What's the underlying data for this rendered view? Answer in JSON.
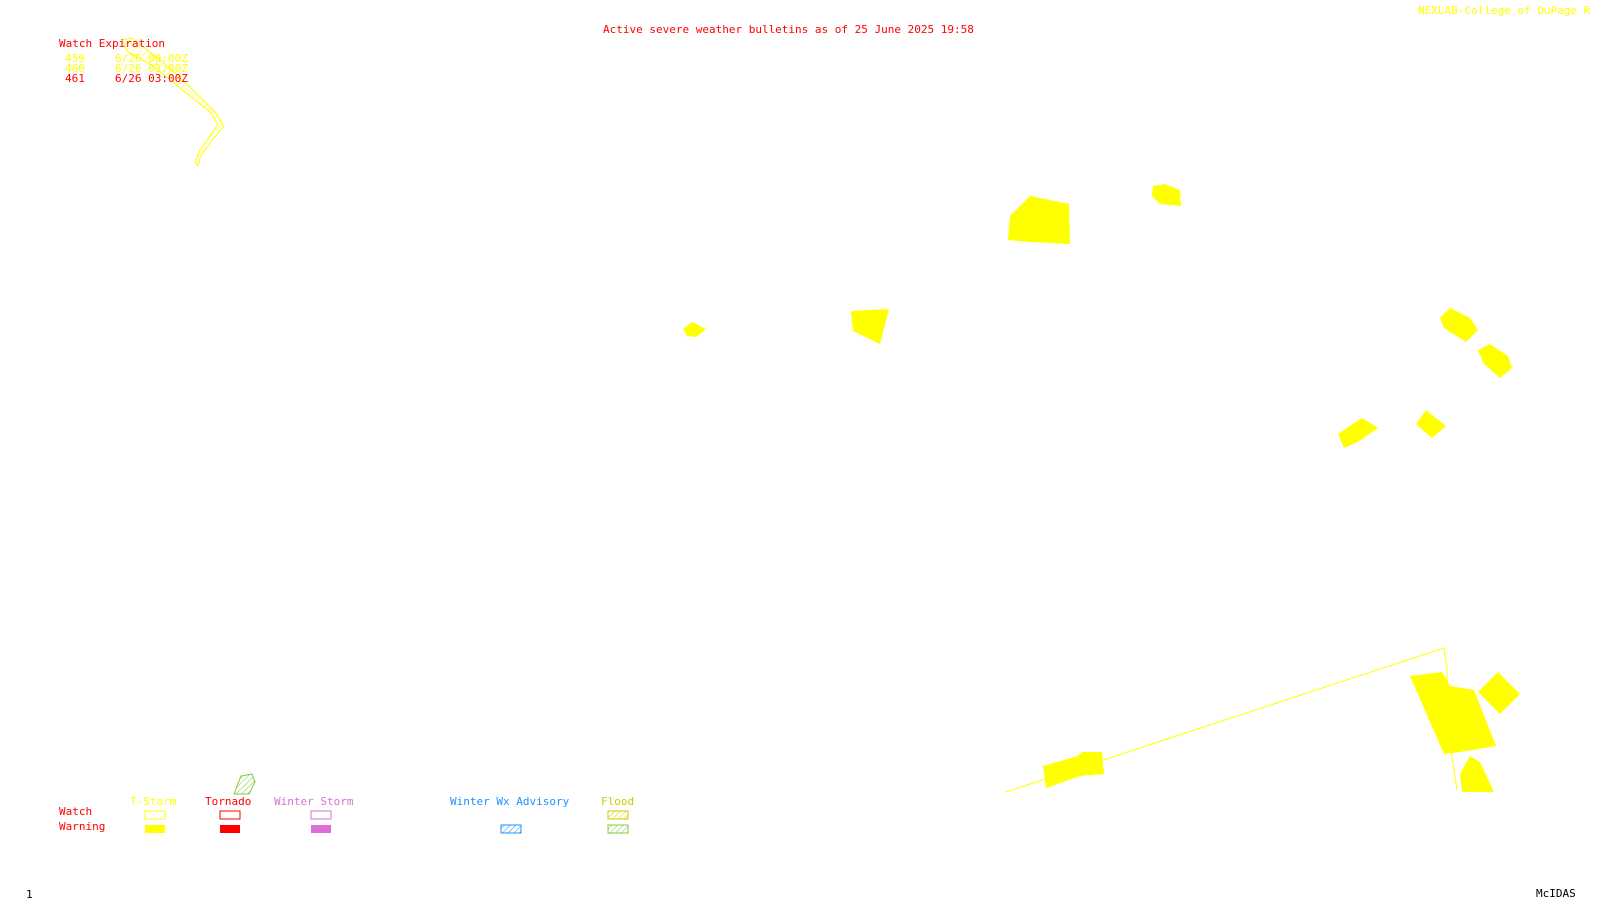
{
  "title": "Active severe weather bulletins as of 25 June 2025 19:58",
  "credit": "NEXLAB-College of DuPage R",
  "watch_table": {
    "header": "Watch Expiration",
    "rows": [
      {
        "number": "459",
        "expires": "6/26 00:00Z",
        "color": "#ffff00"
      },
      {
        "number": "460",
        "expires": "6/26 03:00Z",
        "color": "#ffff00"
      },
      {
        "number": "461",
        "expires": "6/26 03:00Z",
        "color": "#ff0000"
      }
    ]
  },
  "legend": {
    "row_labels": {
      "watch": "Watch",
      "warning": "Warning"
    },
    "categories": [
      {
        "label": "T-Storm",
        "color": "#ffff00"
      },
      {
        "label": "Tornado",
        "color": "#ff0000"
      },
      {
        "label": "Winter Storm",
        "color": "#da70d6"
      },
      {
        "label": "Winter Wx Advisory",
        "color": "#1e90ff"
      },
      {
        "label": "Flood",
        "color": "#cccc00"
      }
    ]
  },
  "colors": {
    "text_red": "#ff0000",
    "tstorm_warning": "#ffff00",
    "flood_green": "#7ccd3c",
    "background": "#ffffff"
  },
  "footer": {
    "frame": "1",
    "brand": "McIDAS"
  }
}
